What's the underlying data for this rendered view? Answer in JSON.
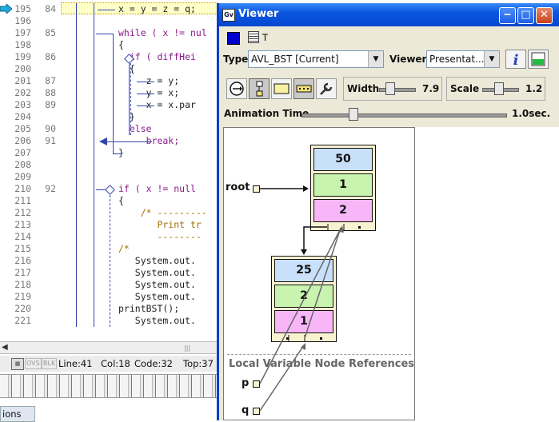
{
  "editor": {
    "lines": [
      {
        "ln": "195",
        "cg": "84",
        "text": "x = y = z = q;"
      },
      {
        "ln": "196",
        "cg": "",
        "text": ""
      },
      {
        "ln": "197",
        "cg": "85",
        "text": "while ( x != nul"
      },
      {
        "ln": "198",
        "cg": "",
        "text": "{"
      },
      {
        "ln": "199",
        "cg": "86",
        "text": "  if ( diffHei"
      },
      {
        "ln": "200",
        "cg": "",
        "text": "  {"
      },
      {
        "ln": "201",
        "cg": "87",
        "text": "     z = y;"
      },
      {
        "ln": "202",
        "cg": "88",
        "text": "     y = x;"
      },
      {
        "ln": "203",
        "cg": "89",
        "text": "     x = x.par"
      },
      {
        "ln": "204",
        "cg": "",
        "text": "  }"
      },
      {
        "ln": "205",
        "cg": "90",
        "text": "  else"
      },
      {
        "ln": "206",
        "cg": "91",
        "text": "     break;"
      },
      {
        "ln": "207",
        "cg": "",
        "text": "}"
      },
      {
        "ln": "208",
        "cg": "",
        "text": ""
      },
      {
        "ln": "209",
        "cg": "",
        "text": ""
      },
      {
        "ln": "210",
        "cg": "92",
        "text": "if ( x != null"
      },
      {
        "ln": "211",
        "cg": "",
        "text": "{"
      },
      {
        "ln": "212",
        "cg": "",
        "text": "    /* ---------"
      },
      {
        "ln": "213",
        "cg": "",
        "text": "       Print tr"
      },
      {
        "ln": "214",
        "cg": "",
        "text": "       --------"
      },
      {
        "ln": "215",
        "cg": "",
        "text": "/*"
      },
      {
        "ln": "216",
        "cg": "",
        "text": "   System.out."
      },
      {
        "ln": "217",
        "cg": "",
        "text": "   System.out."
      },
      {
        "ln": "218",
        "cg": "",
        "text": "   System.out."
      },
      {
        "ln": "219",
        "cg": "",
        "text": "   System.out."
      },
      {
        "ln": "220",
        "cg": "",
        "text": "printBST();"
      },
      {
        "ln": "221",
        "cg": "",
        "text": "   System.out."
      }
    ],
    "status": {
      "mode1": "OVS",
      "mode2": "BLK",
      "line": "Line:41",
      "col": "Col:18",
      "code": "Code:32",
      "top": "Top:37"
    },
    "bottom_tab": "ions"
  },
  "viewer": {
    "title": "Viewer",
    "app_icon_text": "Gv",
    "text_toggle_label": "T",
    "type_label": "Type",
    "type_value": "AVL_BST  [Current]",
    "viewer_label": "Viewer",
    "viewer_value": "Presentat...",
    "width_label": "Width",
    "width_value": "7.9",
    "width_fraction": 0.3,
    "scale_label": "Scale",
    "scale_value": "1.2",
    "scale_fraction": 0.45,
    "animation_label": "Animation Time",
    "animation_value": "1.0sec.",
    "animation_fraction": 0.25,
    "accent_color": "#0a55e0"
  },
  "tree": {
    "root_label": "root",
    "nodes": [
      {
        "values": [
          "50",
          "1",
          "2"
        ]
      },
      {
        "values": [
          "25",
          "2",
          "1"
        ]
      }
    ],
    "local_title": "Local Variable Node References",
    "locals": [
      "p",
      "q"
    ]
  }
}
